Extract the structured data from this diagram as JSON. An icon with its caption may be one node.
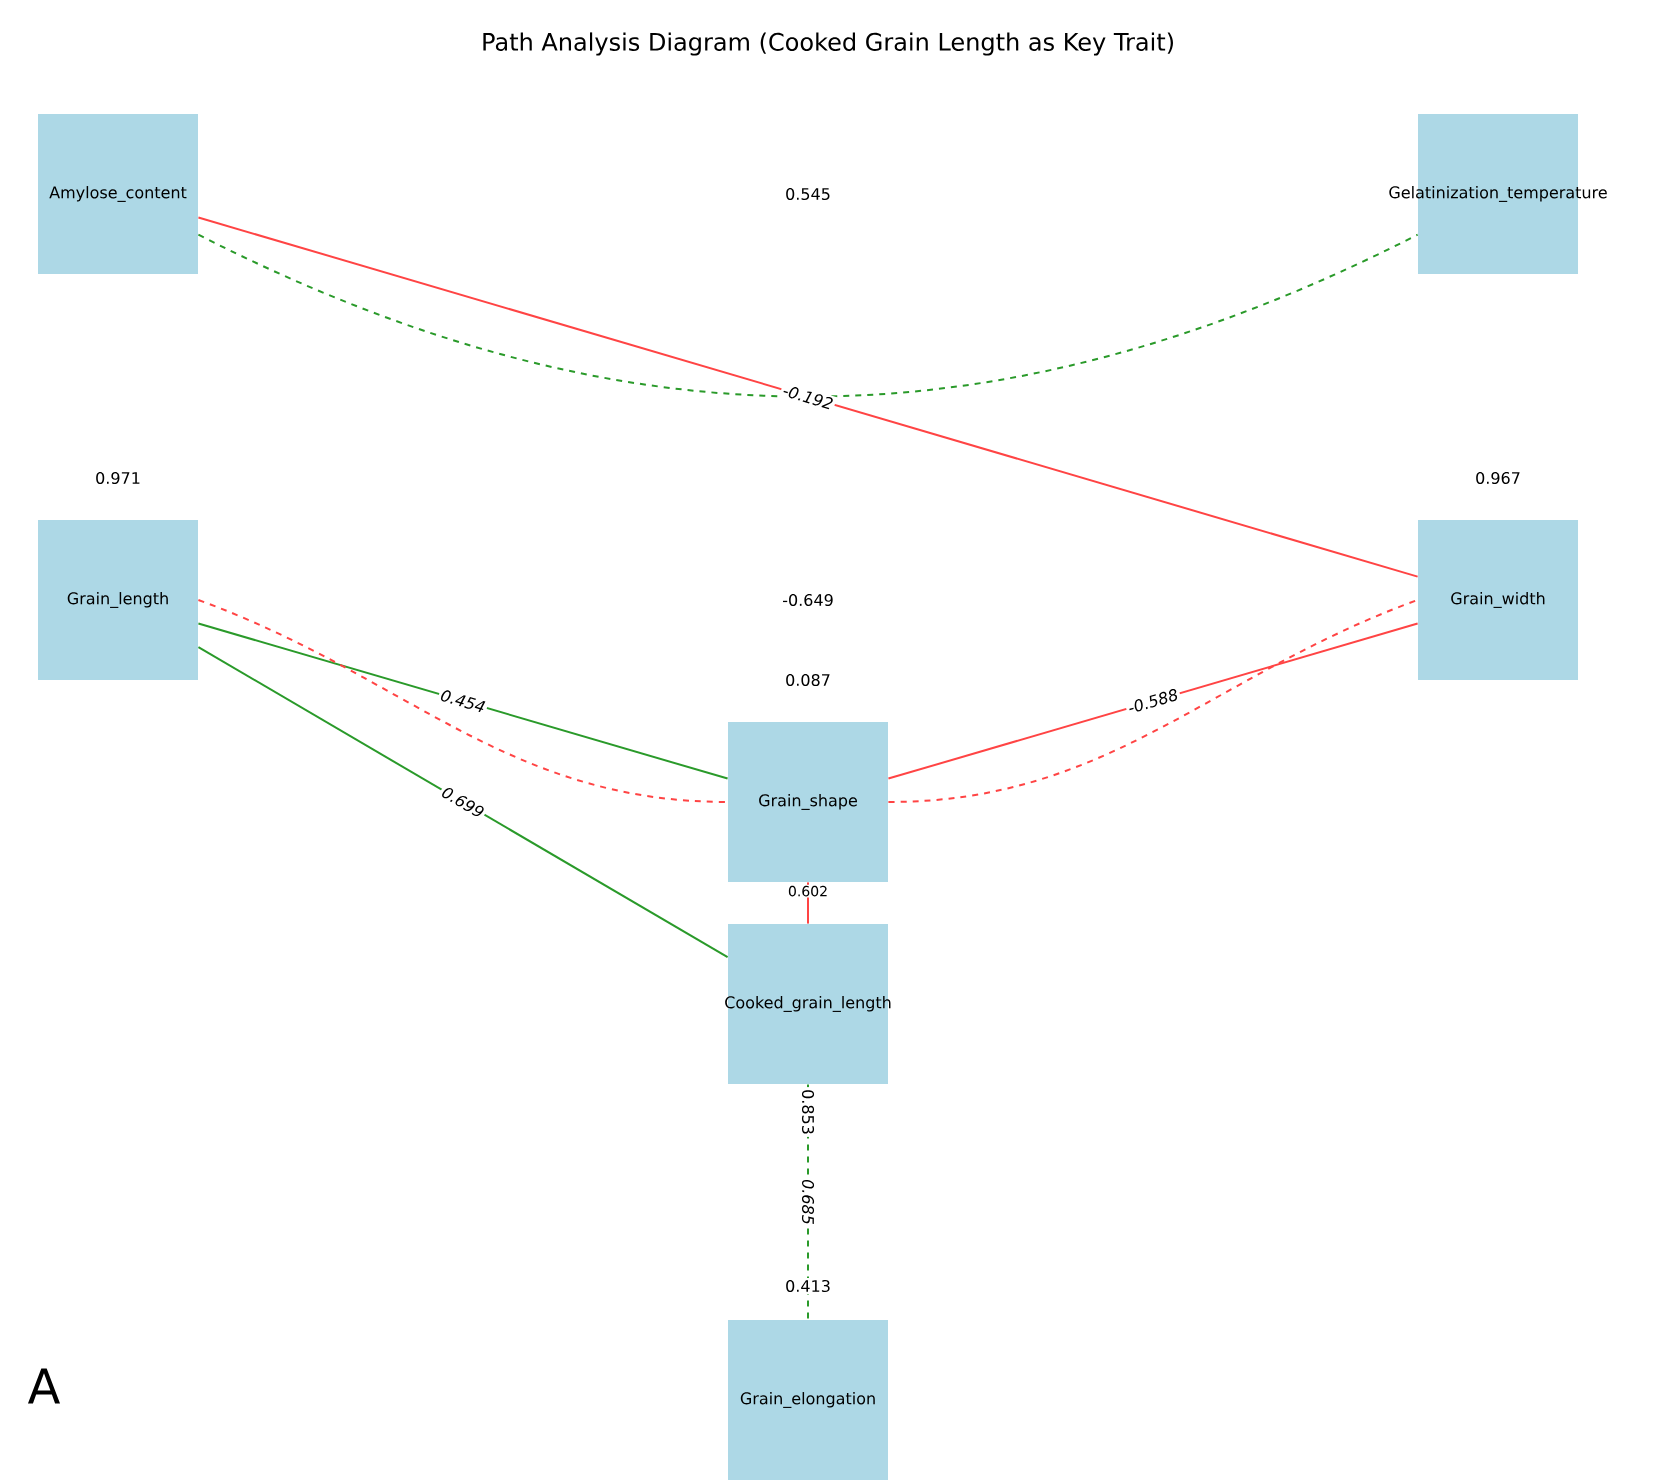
{
  "diagram": {
    "title": "Path Analysis Diagram (Cooked Grain Length as Key Trait)",
    "nodes": [
      {
        "text": [
          "Amylose_content"
        ]
      },
      {
        "text": [
          "Gelatinization_temperature"
        ]
      },
      {
        "text": [
          "Grain_length"
        ]
      },
      {
        "text": [
          "Grain_width"
        ]
      },
      {
        "text": [
          "Grain_shape"
        ]
      },
      {
        "text": [
          "Cooked_grain_length"
        ]
      },
      {
        "text": [
          "Grain_elongation"
        ]
      }
    ],
    "edges": [
      {
        "from": 0,
        "to": 3,
        "arrow": "none",
        "label": "-0.192",
        "color": "#ff4444"
      },
      {
        "from": 0,
        "to": 1,
        "arrow": "none",
        "style": "dashed",
        "color": "#2a9a2a"
      },
      {
        "from": 2,
        "to": 4,
        "arrow": "none",
        "label": "0.454",
        "color": "#2a9a2a"
      },
      {
        "from": 2,
        "to": 5,
        "arrow": "none",
        "label": "0.699",
        "color": "#2a9a2a"
      },
      {
        "from": 2,
        "to": 4,
        "arrow": "none",
        "style": "dashed",
        "color": "#ff4444"
      },
      {
        "from": 4,
        "to": 3,
        "arrow": "none",
        "style": "dashed",
        "color": "#ff4444"
      },
      {
        "from": 3,
        "to": 4,
        "arrow": "none",
        "label": "-0.588",
        "color": "#ff4444"
      },
      {
        "from": 4,
        "to": 5,
        "arrow": "none",
        "label": "0.602",
        "color": "#ff4444"
      },
      {
        "from": 5,
        "to": 6,
        "arrow": "none",
        "label": "0.685",
        "style": "dashed",
        "color": "#2a9a2a"
      }
    ],
    "labels": [
      "0.545",
      "0.971",
      "0.967",
      "-0.649",
      "0.087",
      "0.853",
      "0.413",
      "A"
    ]
  }
}
